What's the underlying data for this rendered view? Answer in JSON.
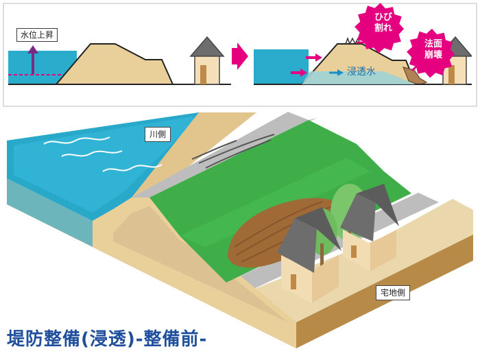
{
  "top_panel": {
    "water_rise_label": "水位上昇",
    "seepage_label": "浸透水",
    "crack_label_line1": "ひび",
    "crack_label_line2": "割れ",
    "slope_failure_line1": "法面",
    "slope_failure_line2": "崩壊"
  },
  "main": {
    "river_side_label": "川側",
    "residential_side_label": "宅地側"
  },
  "title": "堤防整備(浸透)-整備前-",
  "colors": {
    "water": "#2aaccc",
    "grass": "#3fae49",
    "levee_soil": "#e9cf9a",
    "accent_magenta": "#e4007f",
    "title_blue": "#1f4f9c"
  }
}
